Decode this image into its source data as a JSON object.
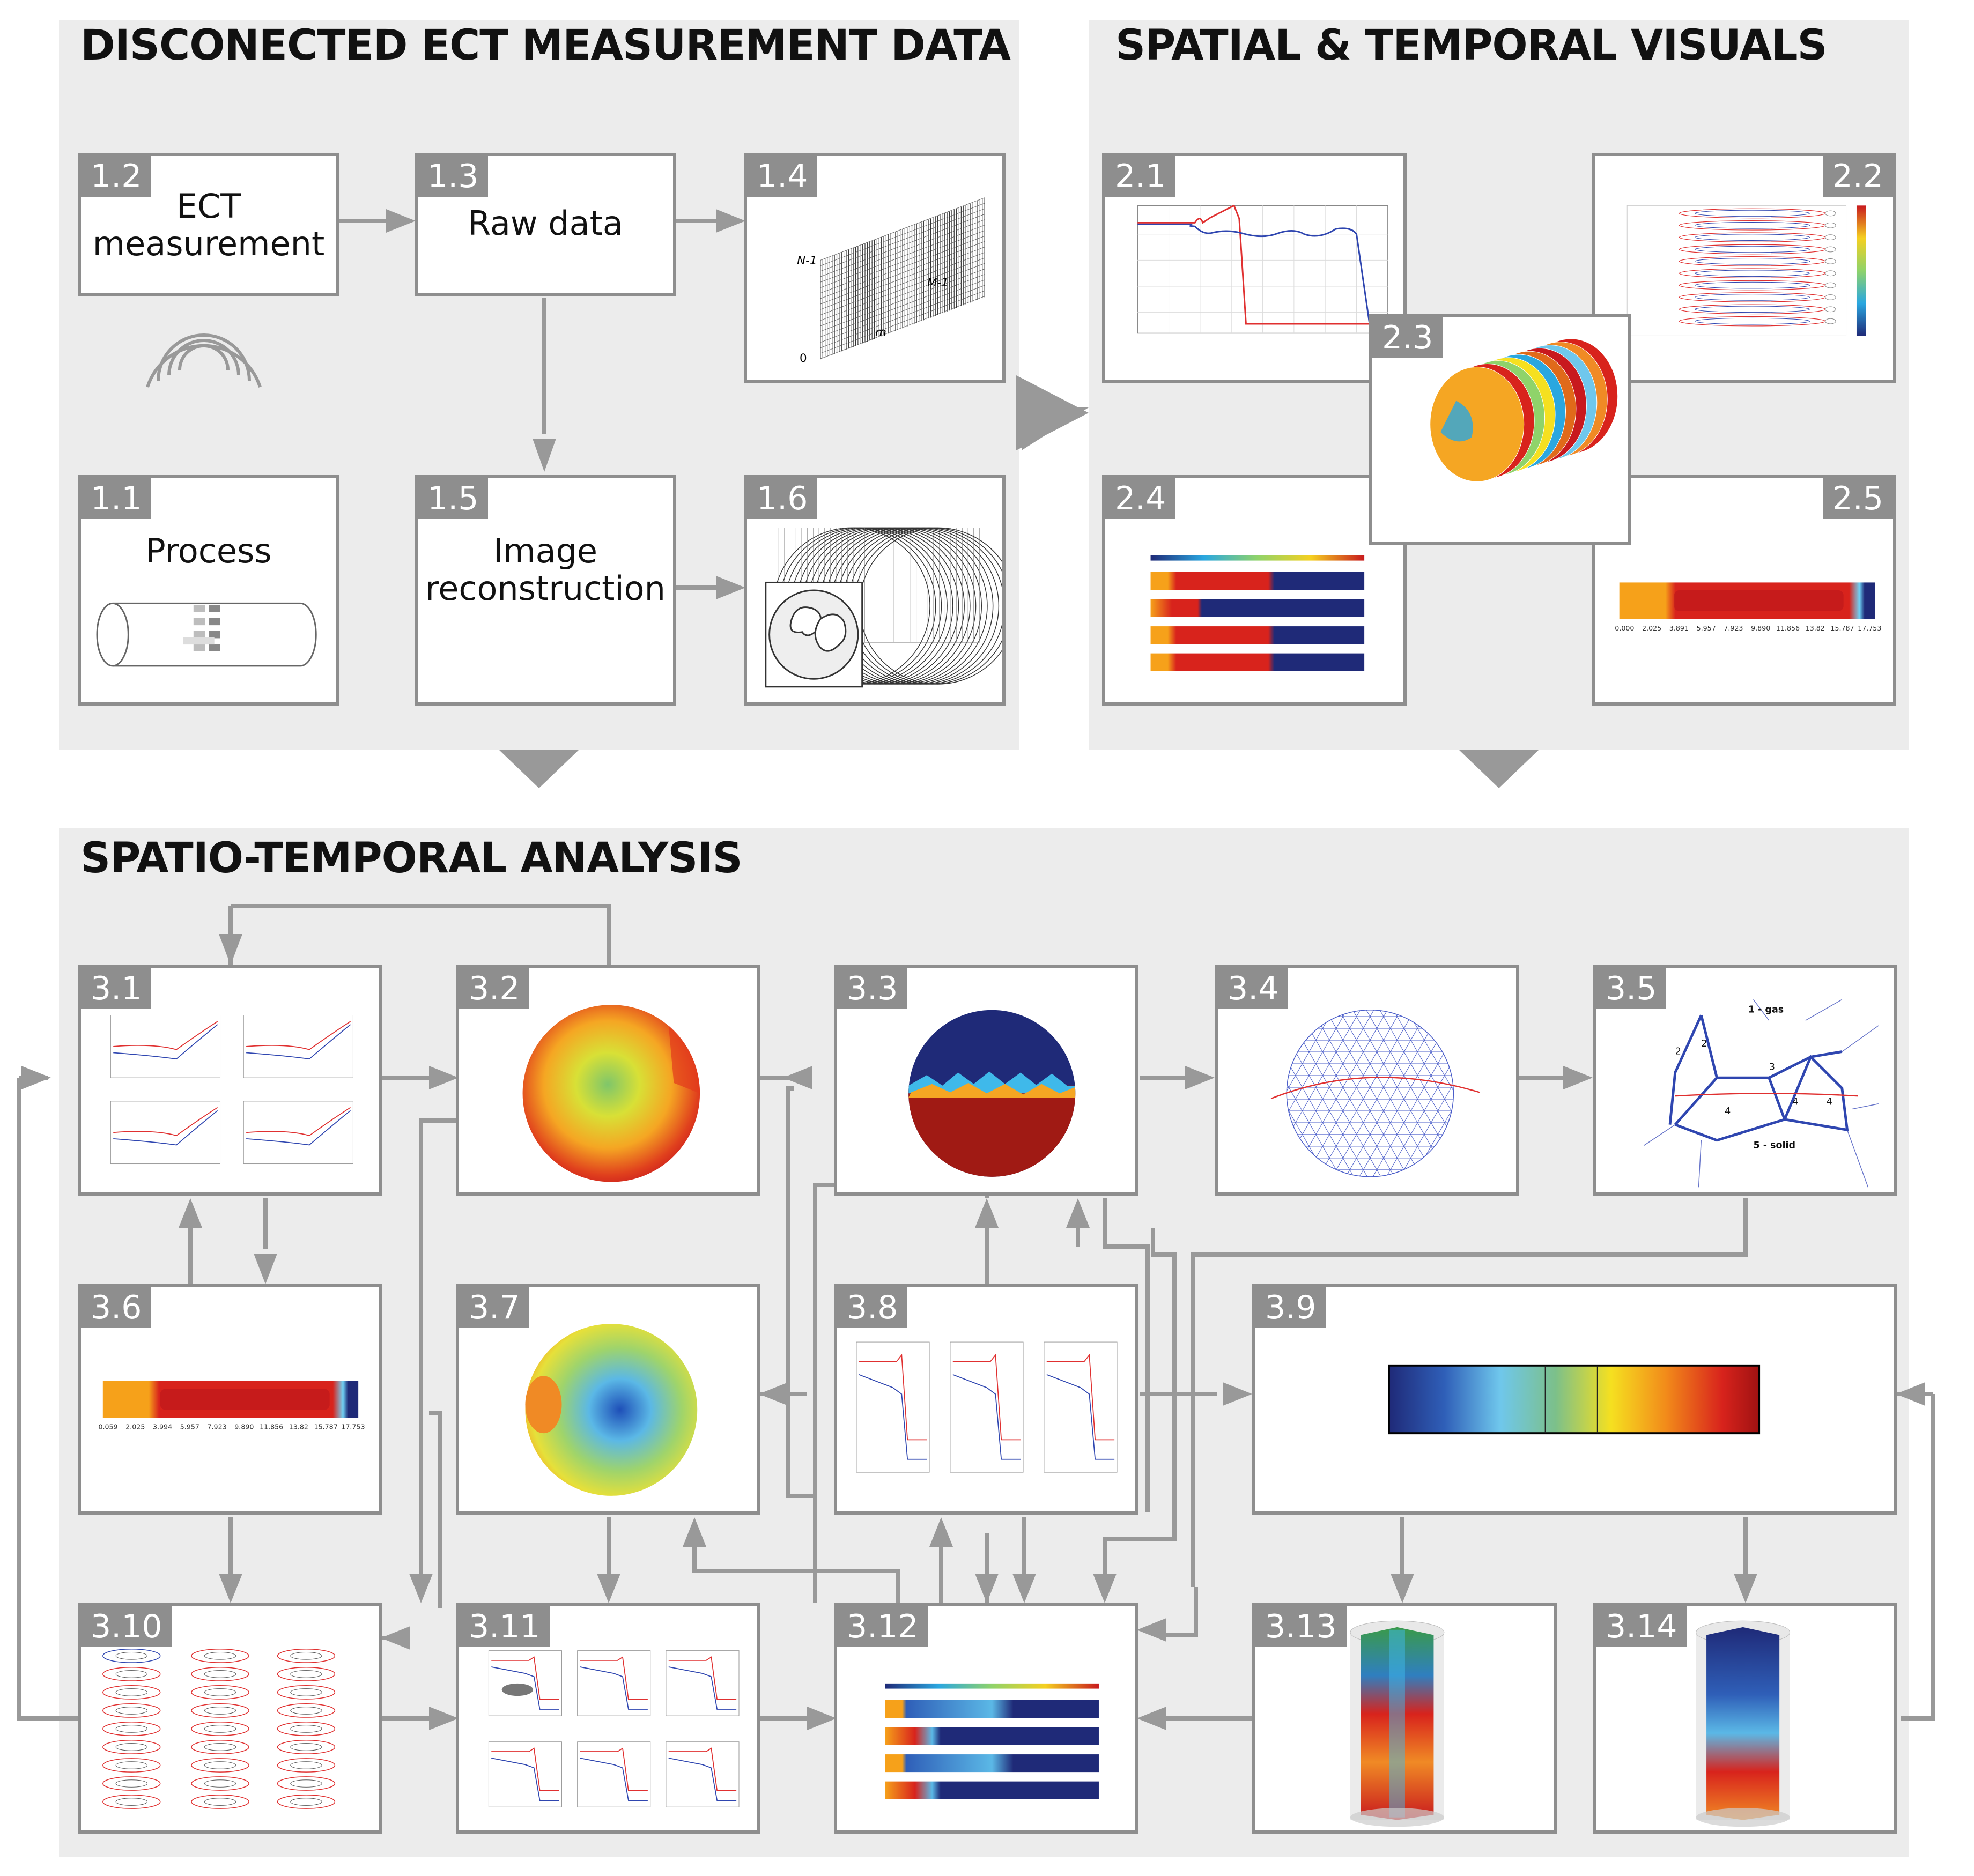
{
  "sections": {
    "s1": "DISCONECTED ECT MEASUREMENT DATA",
    "s2": "SPATIAL & TEMPORAL VISUALS",
    "s3": "SPATIO-TEMPORAL ANALYSIS"
  },
  "boxes": {
    "b1_1": {
      "num": "1.1",
      "label": "Process"
    },
    "b1_2": {
      "num": "1.2",
      "label1": "ECT",
      "label2": "measurement"
    },
    "b1_3": {
      "num": "1.3",
      "label": "Raw data"
    },
    "b1_4": {
      "num": "1.4",
      "axis_top": "N-1",
      "axis_right": "M-1",
      "axis_mid": "m",
      "axis_zero": "0"
    },
    "b1_5": {
      "num": "1.5",
      "label1": "Image",
      "label2": "reconstruction"
    },
    "b1_6": {
      "num": "1.6"
    },
    "b2_1": {
      "num": "2.1"
    },
    "b2_2": {
      "num": "2.2"
    },
    "b2_3": {
      "num": "2.3"
    },
    "b2_4": {
      "num": "2.4"
    },
    "b2_5": {
      "num": "2.5",
      "ticks": [
        "0.000",
        "2.025",
        "3.891",
        "5.957",
        "7.923",
        "9.890",
        "11.856",
        "13.82",
        "15.787",
        "17.753"
      ]
    },
    "b3_1": {
      "num": "3.1"
    },
    "b3_2": {
      "num": "3.2"
    },
    "b3_3": {
      "num": "3.3"
    },
    "b3_4": {
      "num": "3.4"
    },
    "b3_5": {
      "num": "3.5",
      "gas": "1 - gas",
      "solid": "5 - solid",
      "r2a": "2",
      "r2b": "2",
      "r3": "3",
      "r4a": "4",
      "r4b": "4",
      "r4c": "4"
    },
    "b3_6": {
      "num": "3.6",
      "ticks": [
        "0.059",
        "2.025",
        "3.994",
        "5.957",
        "7.923",
        "9.890",
        "11.856",
        "13.82",
        "15.787",
        "17.753"
      ]
    },
    "b3_7": {
      "num": "3.7"
    },
    "b3_8": {
      "num": "3.8"
    },
    "b3_9": {
      "num": "3.9"
    },
    "b3_10": {
      "num": "3.10"
    },
    "b3_11": {
      "num": "3.11"
    },
    "b3_12": {
      "num": "3.12"
    },
    "b3_13": {
      "num": "3.13"
    },
    "b3_14": {
      "num": "3.14"
    }
  },
  "colors": {
    "panel": "#ececec",
    "border": "#8e8e8e",
    "arrow": "#999999",
    "jet_dark_blue": "#1f2a78",
    "jet_red": "#c8191e"
  }
}
